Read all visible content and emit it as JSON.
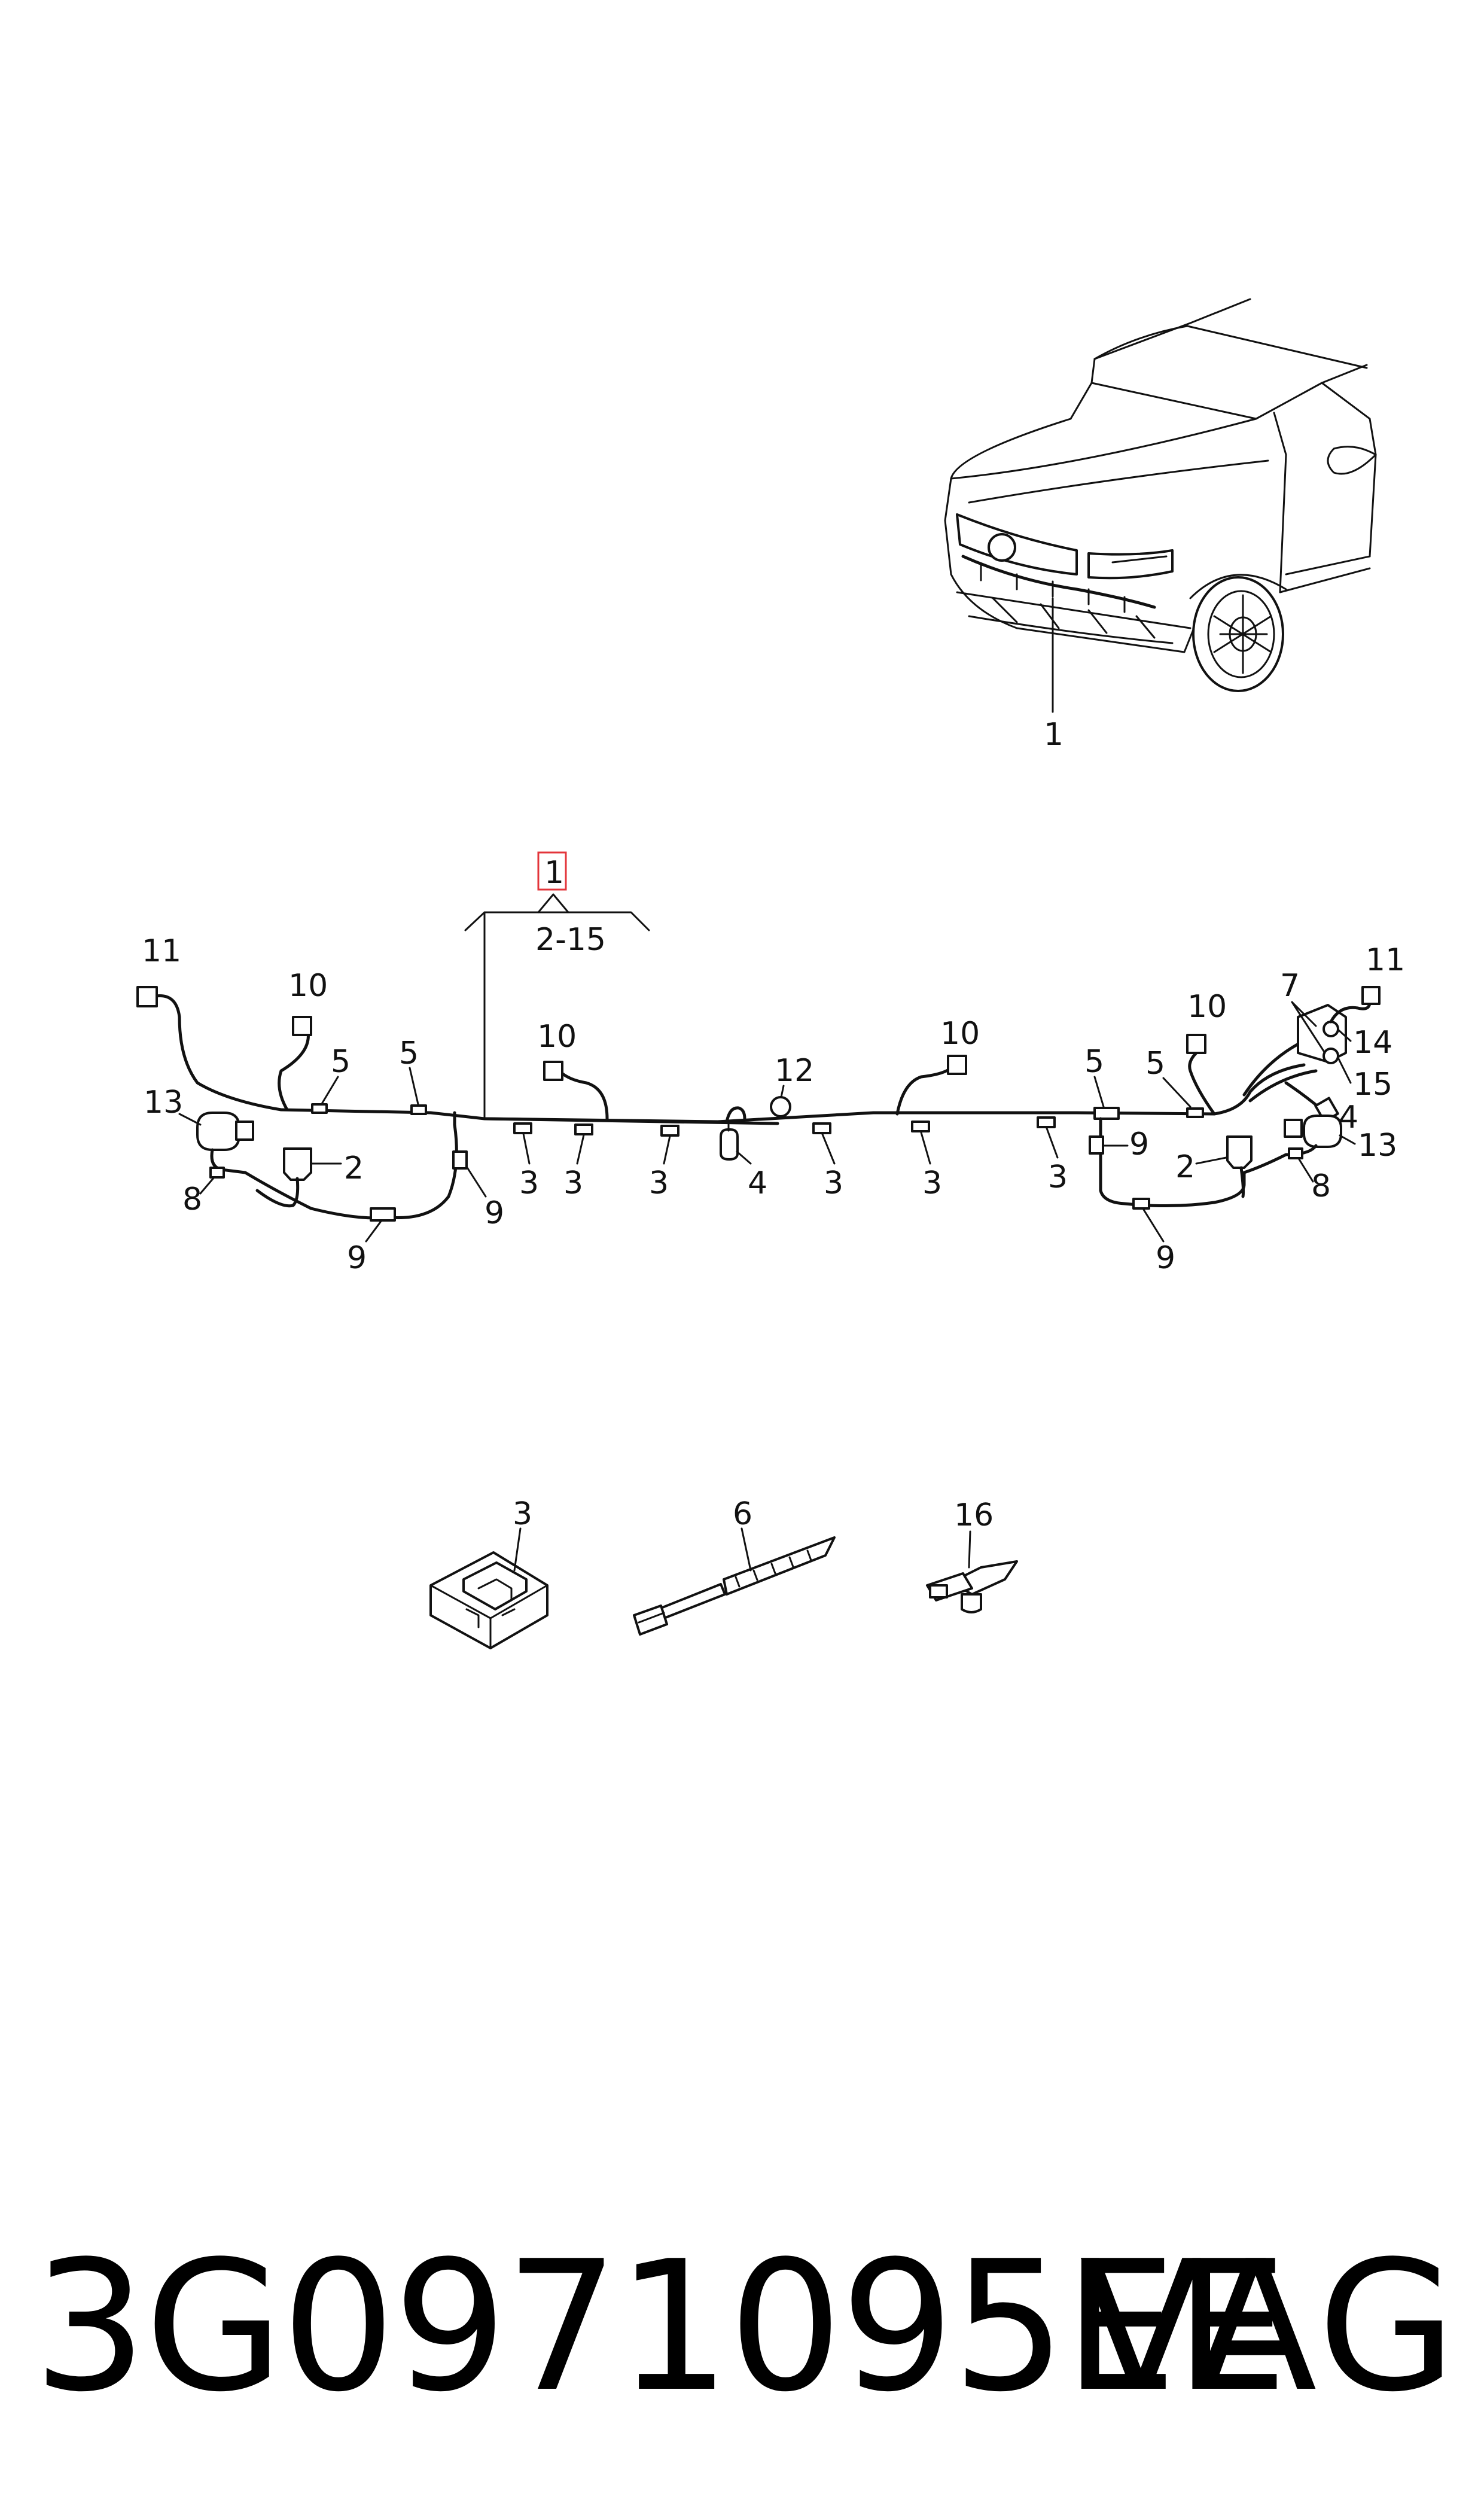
{
  "diagram": {
    "callouts": {
      "car": "1",
      "harness_box": "1",
      "range": "2-15",
      "n11_left": "11",
      "n10_a": "10",
      "n5_a": "5",
      "n5_b": "5",
      "n13_left": "13",
      "n2_left": "2",
      "n8_left": "8",
      "n9_a": "9",
      "n9_b": "9",
      "n10_b": "10",
      "n3_a": "3",
      "n3_b": "3",
      "n3_c": "3",
      "n4_mid": "4",
      "n12": "12",
      "n3_d": "3",
      "n10_c": "10",
      "n3_e": "3",
      "n3_f": "3",
      "n5_c": "5",
      "n5_d": "5",
      "n10_d": "10",
      "n7": "7",
      "n11_right": "11",
      "n14": "14",
      "n15": "15",
      "n4_right": "4",
      "n13_right": "13",
      "n9_c": "9",
      "n2_right": "2",
      "n8_right": "8",
      "n9_d": "9",
      "part3": "3",
      "part6": "6",
      "part16": "16"
    },
    "highlight_color": "#e3343a",
    "line_color": "#111111"
  },
  "footer": {
    "part_number": "3G0971095EE",
    "brand": "VAG"
  }
}
